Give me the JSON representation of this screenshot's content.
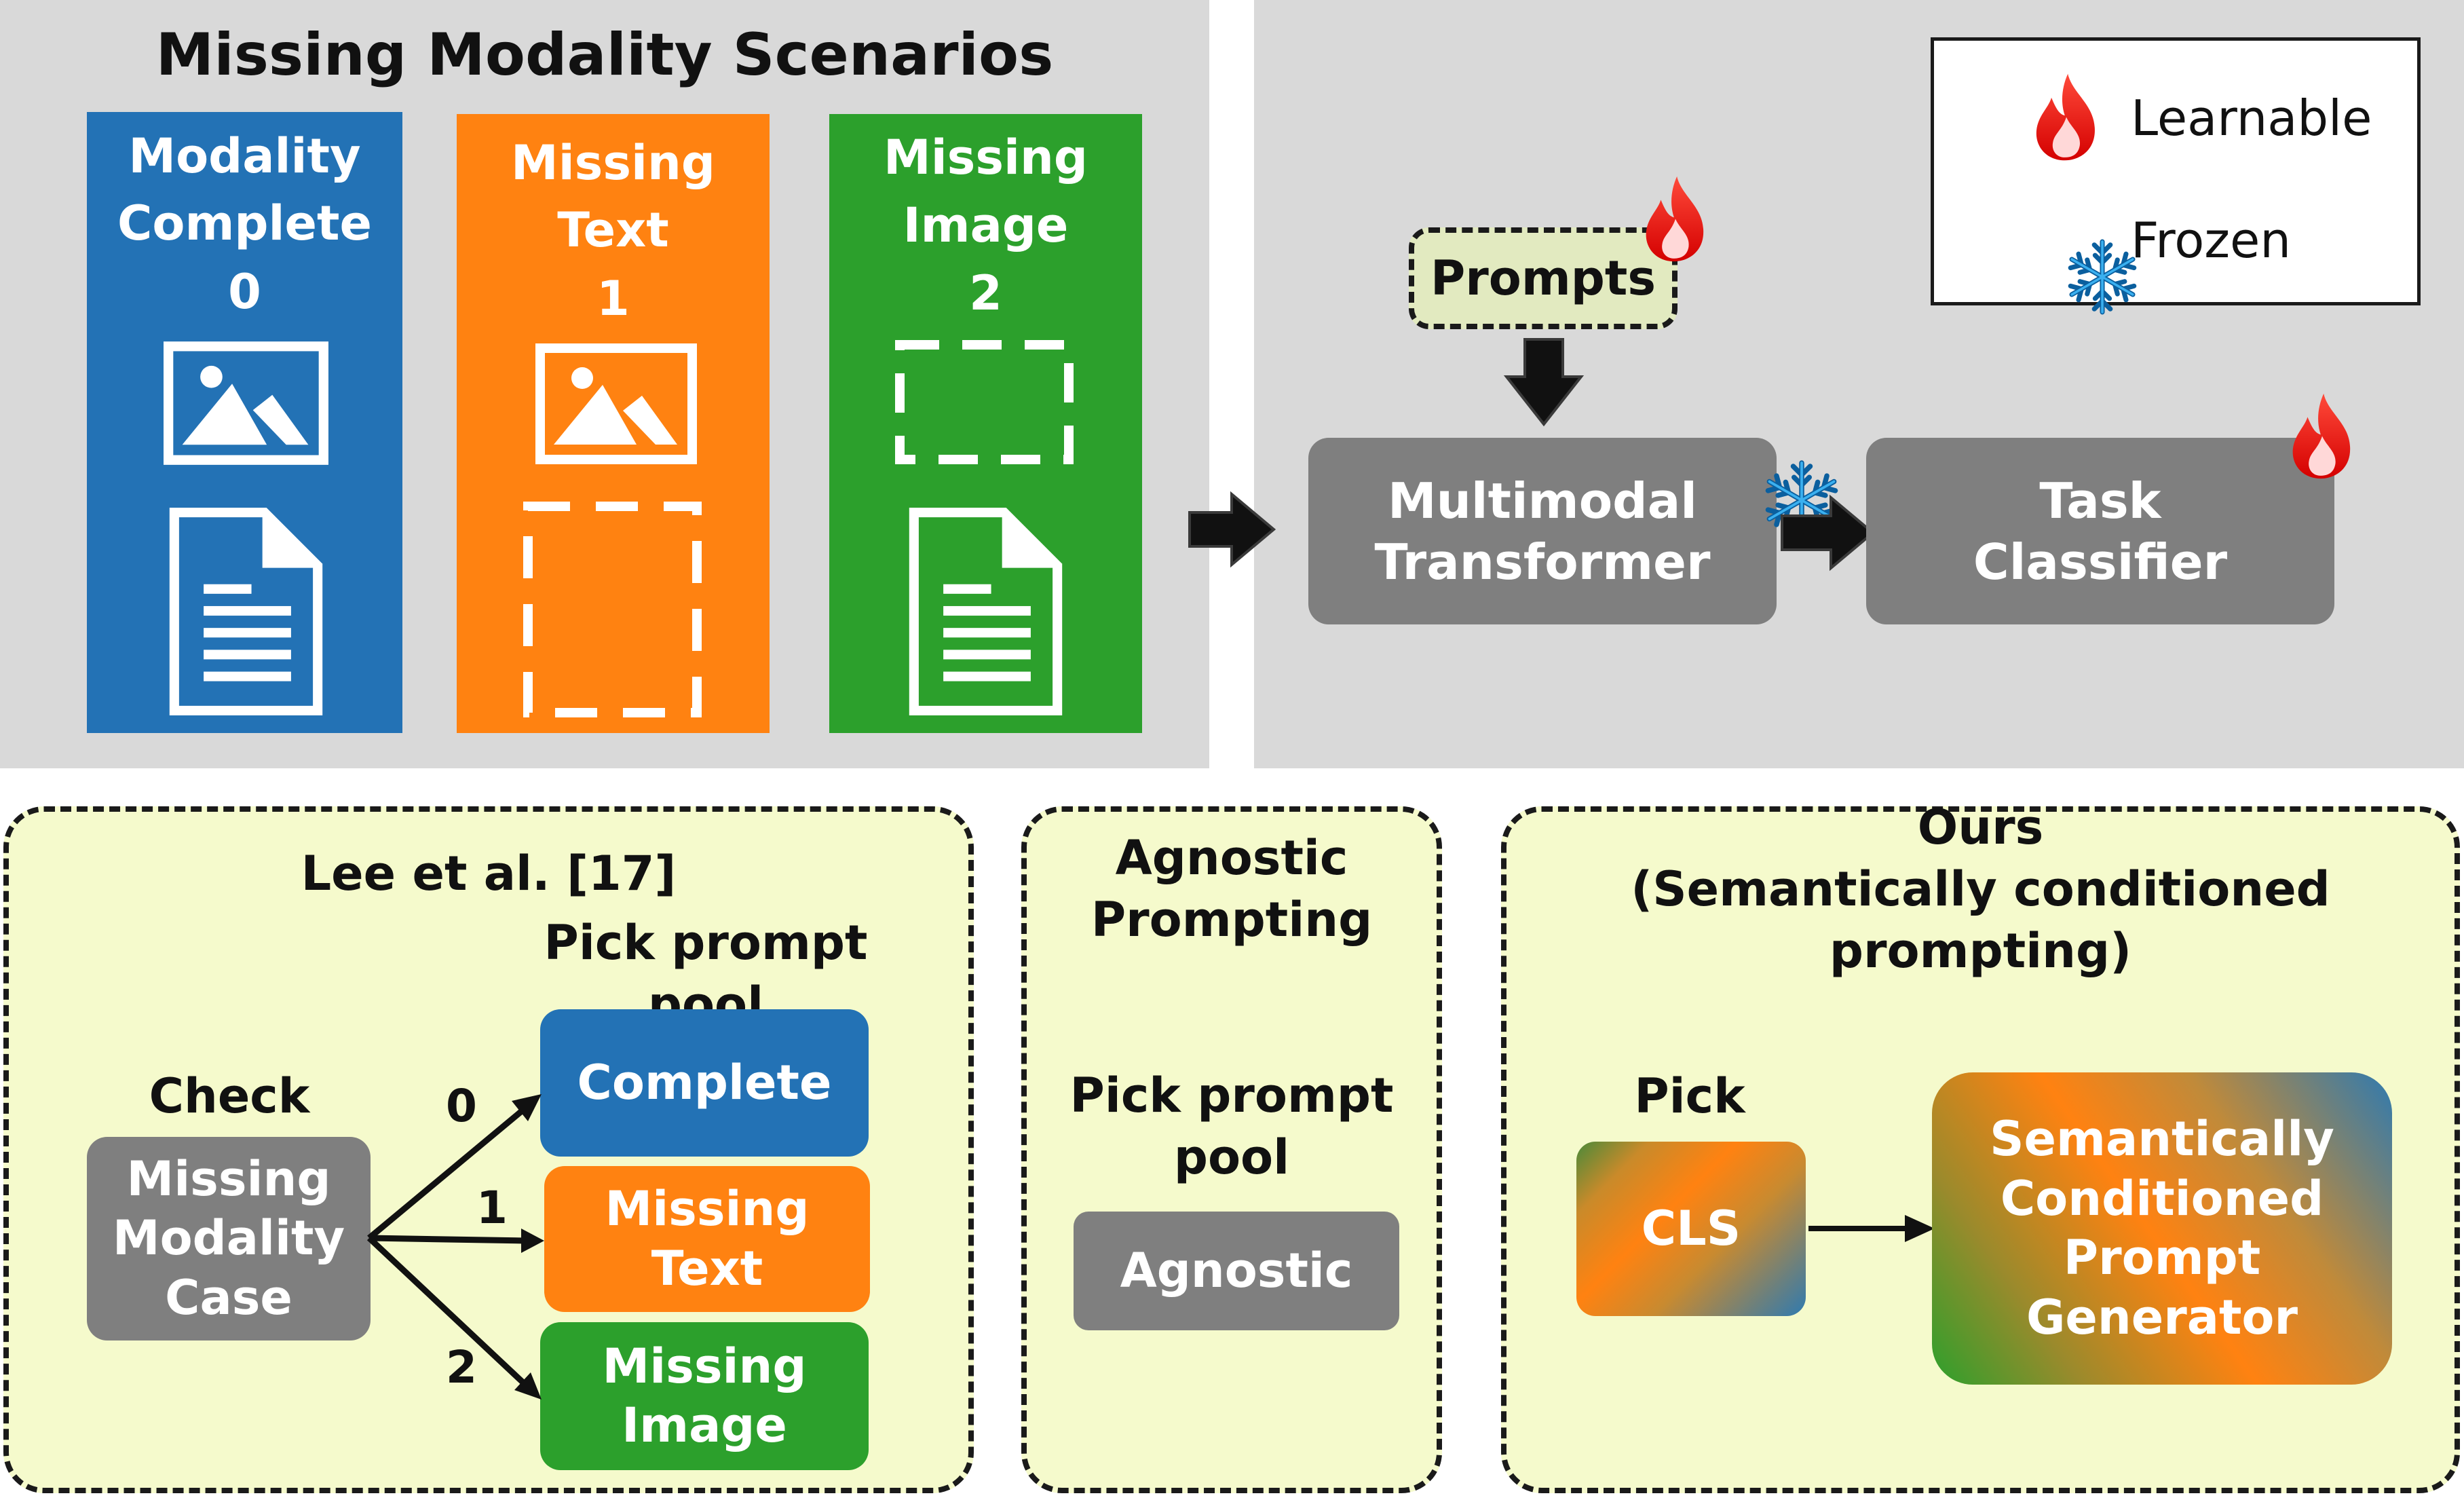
{
  "scenarios": {
    "title": "Missing Modality Scenarios",
    "items": [
      {
        "line1": "Modality",
        "line2": "Complete",
        "index": "0",
        "color": "#2372b5"
      },
      {
        "line1": "Missing",
        "line2": "Text",
        "index": "1",
        "color": "#ff8211"
      },
      {
        "line1": "Missing",
        "line2": "Image",
        "index": "2",
        "color": "#2ca02c"
      }
    ]
  },
  "pipeline": {
    "prompts_label": "Prompts",
    "transformer_label": "Multimodal\nTransformer",
    "classifier_label": "Task\nClassifier"
  },
  "legend": {
    "learnable_label": "Learnable",
    "frozen_label": "Frozen"
  },
  "lee": {
    "title": "Lee et al. [17]",
    "check_label": "Check",
    "case_label": "Missing\nModality\nCase",
    "pick_label": "Pick prompt pool",
    "pools": [
      {
        "label": "Complete",
        "index": "0",
        "color": "#2372b5"
      },
      {
        "label": "Missing\nText",
        "index": "1",
        "color": "#ff8211"
      },
      {
        "label": "Missing\nImage",
        "index": "2",
        "color": "#2ca02c"
      }
    ]
  },
  "agnostic": {
    "title": "Agnostic\nPrompting",
    "pick_label": "Pick prompt\npool",
    "box_label": "Agnostic"
  },
  "ours": {
    "title": "Ours\n(Semantically conditioned prompting)",
    "pick_label": "Pick",
    "cls_label": "CLS",
    "generator_label": "Semantically\nConditioned\nPrompt\nGenerator"
  },
  "colors": {
    "blue": "#2372b5",
    "orange": "#ff8211",
    "green": "#2ca02c",
    "grey_box": "#7f7f7f",
    "panel_grey": "#d9d9d9",
    "panel_yellow": "#f5facc",
    "prompt_fill": "#e2eac0"
  }
}
